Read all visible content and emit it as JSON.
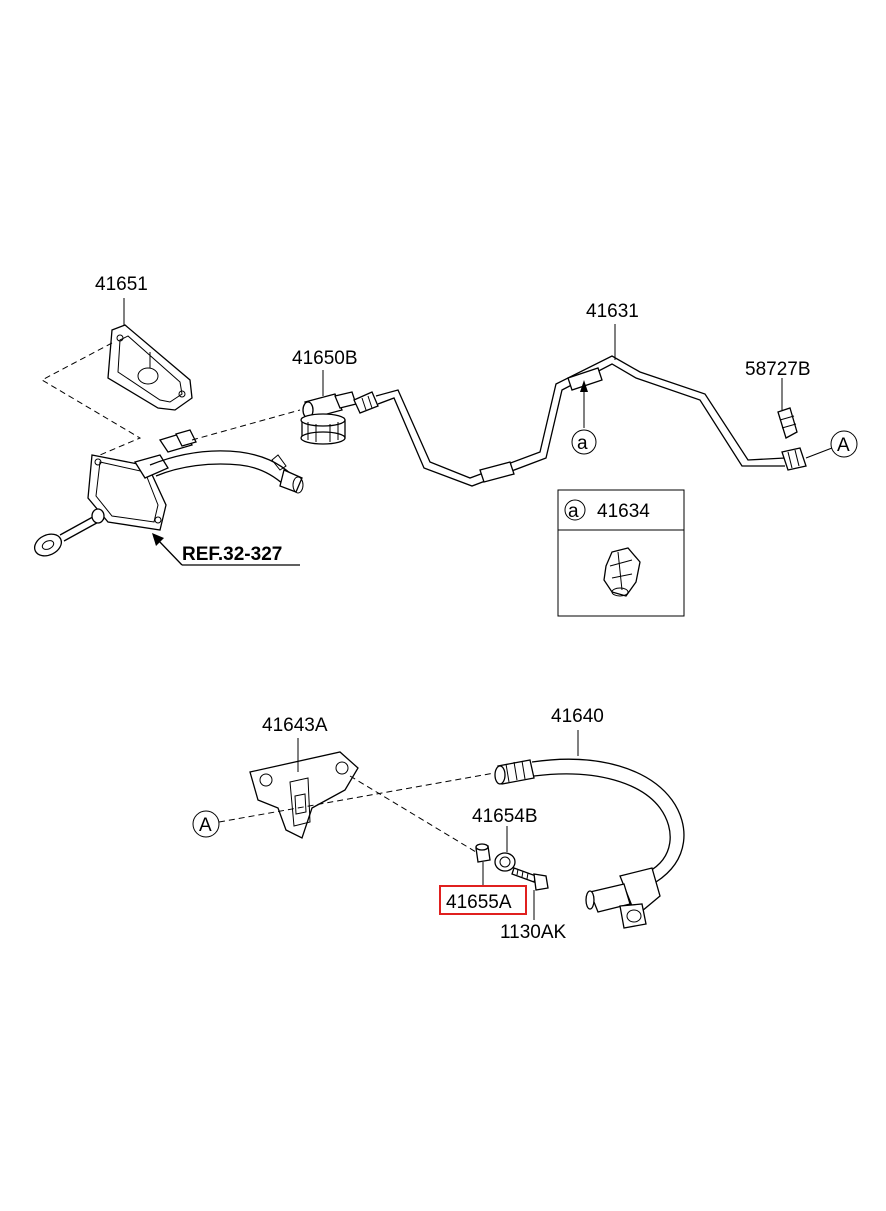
{
  "labels": {
    "p41651": "41651",
    "p41650B": "41650B",
    "p41631": "41631",
    "p58727B": "58727B",
    "ref": "REF.32-327",
    "callout_a": "a",
    "callout_A": "A",
    "p41634": "41634",
    "p41643A": "41643A",
    "p41640": "41640",
    "p41654B": "41654B",
    "p41655A": "41655A",
    "p1130AK": "1130AK"
  },
  "colors": {
    "highlight": "#e0201f",
    "line": "#000000",
    "background": "#ffffff"
  },
  "highlighted_part": "41655A"
}
